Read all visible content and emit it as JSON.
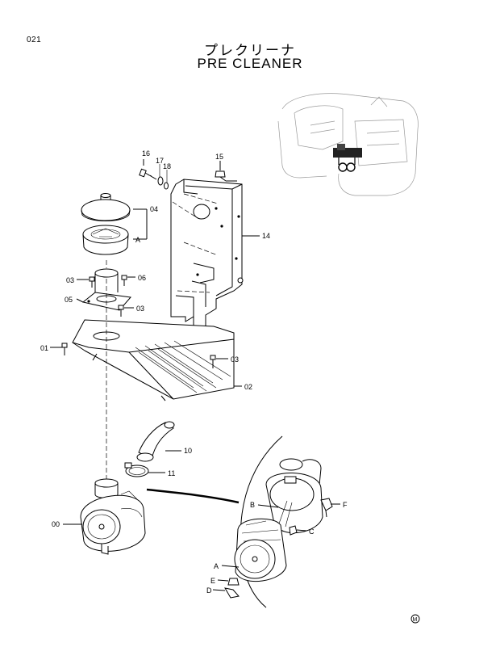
{
  "header": {
    "page_number": "021",
    "title_jp": "プレクリーナ",
    "title_en": "PRE  CLEANER"
  },
  "callouts": {
    "c16": "16",
    "c17": "17",
    "c18": "18",
    "c15": "15",
    "c04": "04",
    "c_a_top": "A",
    "c14": "14",
    "c03_left": "03",
    "c06": "06",
    "c05": "05",
    "c03_mid": "03",
    "c01": "01",
    "c03_right": "03",
    "c02": "02",
    "c10": "10",
    "c11": "11",
    "c00": "00",
    "c_b": "B",
    "c_f": "F",
    "c_c": "C",
    "c_a_detail": "A",
    "c_e": "E",
    "c_d": "D"
  },
  "footer": {
    "mark": "M"
  }
}
